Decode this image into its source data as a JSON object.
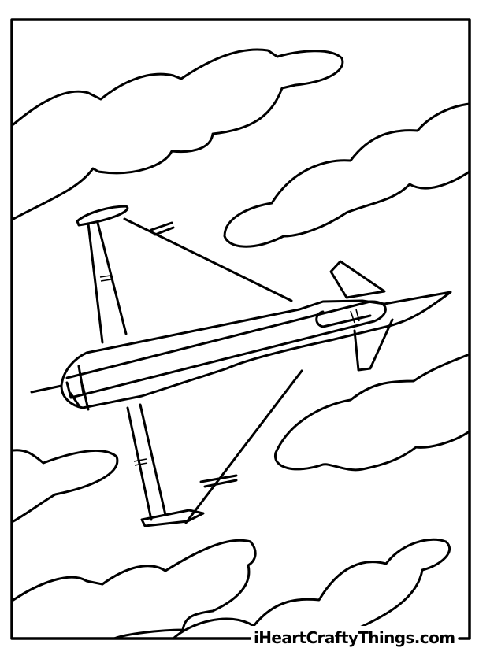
{
  "page": {
    "type": "coloring-page",
    "subject": "fighter jet flying among clouds",
    "watermark": "iHeartCraftyThings.com"
  },
  "colors": {
    "background": "#ffffff",
    "line": "#000000"
  }
}
